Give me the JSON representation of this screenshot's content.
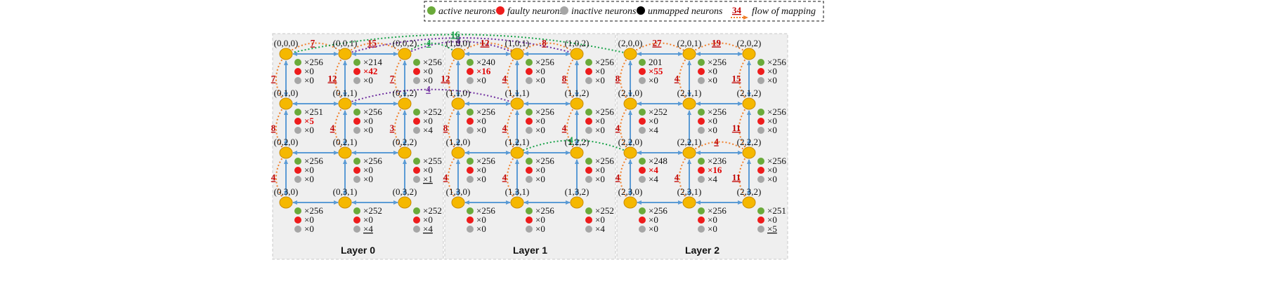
{
  "legend": {
    "items": [
      {
        "label": "active neurons",
        "color": "#6aaa3a"
      },
      {
        "label": "faulty neurons",
        "color": "#ee1c1c"
      },
      {
        "label": "inactive neurons",
        "color": "#a6a6a6"
      },
      {
        "label": "unmapped neurons",
        "color": "#000000"
      }
    ],
    "flow_number": "34",
    "flow_label": "flow of mapping"
  },
  "layers": [
    {
      "title": "Layer 0",
      "layer": 0,
      "nodes": [
        {
          "coord": "(0,0,0)",
          "row": 0,
          "col": 0,
          "counts": [
            "×256",
            "×0",
            "×0"
          ],
          "faulty_highlight": false
        },
        {
          "coord": "(0,0,1)",
          "row": 0,
          "col": 1,
          "counts": [
            "×214",
            "×42",
            "×0"
          ],
          "faulty_highlight": true
        },
        {
          "coord": "(0,0,2)",
          "row": 0,
          "col": 2,
          "counts": [
            "×256",
            "×0",
            "×0"
          ],
          "faulty_highlight": false
        },
        {
          "coord": "(0,1,0)",
          "row": 1,
          "col": 0,
          "counts": [
            "×251",
            "×5",
            "×0"
          ],
          "faulty_highlight": true
        },
        {
          "coord": "(0,1,1)",
          "row": 1,
          "col": 1,
          "counts": [
            "×256",
            "×0",
            "×0"
          ],
          "faulty_highlight": false
        },
        {
          "coord": "(0,1,2)",
          "row": 1,
          "col": 2,
          "counts": [
            "×252",
            "×0",
            "×4"
          ],
          "faulty_highlight": false
        },
        {
          "coord": "(0,2,0)",
          "row": 2,
          "col": 0,
          "counts": [
            "×256",
            "×0",
            "×0"
          ],
          "faulty_highlight": false
        },
        {
          "coord": "(0,2,1)",
          "row": 2,
          "col": 1,
          "counts": [
            "×256",
            "×0",
            "×0"
          ],
          "faulty_highlight": false
        },
        {
          "coord": "(0,2,2)",
          "row": 2,
          "col": 2,
          "counts": [
            "×255",
            "×0",
            "×1"
          ],
          "faulty_highlight": false,
          "inactive_underline": true
        },
        {
          "coord": "(0,3,0)",
          "row": 3,
          "col": 0,
          "counts": [
            "×256",
            "×0",
            "×0"
          ],
          "faulty_highlight": false
        },
        {
          "coord": "(0,3,1)",
          "row": 3,
          "col": 1,
          "counts": [
            "×252",
            "×0",
            "×4"
          ],
          "faulty_highlight": false,
          "inactive_underline": true
        },
        {
          "coord": "(0,3,2)",
          "row": 3,
          "col": 2,
          "counts": [
            "×252",
            "×0",
            "×4"
          ],
          "faulty_highlight": false,
          "inactive_underline": true
        }
      ]
    },
    {
      "title": "Layer 1",
      "layer": 1,
      "nodes": [
        {
          "coord": "(1,0,0)",
          "row": 0,
          "col": 0,
          "counts": [
            "×240",
            "×16",
            "×0"
          ],
          "faulty_highlight": true
        },
        {
          "coord": "(1,0,1)",
          "row": 0,
          "col": 1,
          "counts": [
            "×256",
            "×0",
            "×0"
          ],
          "faulty_highlight": false
        },
        {
          "coord": "(1,0,2)",
          "row": 0,
          "col": 2,
          "counts": [
            "×256",
            "×0",
            "×0"
          ],
          "faulty_highlight": false
        },
        {
          "coord": "(1,1,0)",
          "row": 1,
          "col": 0,
          "counts": [
            "×256",
            "×0",
            "×0"
          ],
          "faulty_highlight": false
        },
        {
          "coord": "(1,1,1)",
          "row": 1,
          "col": 1,
          "counts": [
            "×256",
            "×0",
            "×0"
          ],
          "faulty_highlight": false
        },
        {
          "coord": "(1,1,2)",
          "row": 1,
          "col": 2,
          "counts": [
            "×256",
            "×0",
            "×0"
          ],
          "faulty_highlight": false
        },
        {
          "coord": "(1,2,0)",
          "row": 2,
          "col": 0,
          "counts": [
            "×256",
            "×0",
            "×0"
          ],
          "faulty_highlight": false
        },
        {
          "coord": "(1,2,1)",
          "row": 2,
          "col": 1,
          "counts": [
            "×256",
            "×0",
            "×0"
          ],
          "faulty_highlight": false
        },
        {
          "coord": "(1,2,2)",
          "row": 2,
          "col": 2,
          "counts": [
            "×256",
            "×0",
            "×0"
          ],
          "faulty_highlight": false
        },
        {
          "coord": "(1,3,0)",
          "row": 3,
          "col": 0,
          "counts": [
            "×256",
            "×0",
            "×0"
          ],
          "faulty_highlight": false
        },
        {
          "coord": "(1,3,1)",
          "row": 3,
          "col": 1,
          "counts": [
            "×256",
            "×0",
            "×0"
          ],
          "faulty_highlight": false
        },
        {
          "coord": "(1,3,2)",
          "row": 3,
          "col": 2,
          "counts": [
            "×252",
            "×0",
            "×4"
          ],
          "faulty_highlight": false
        }
      ]
    },
    {
      "title": "Layer 2",
      "layer": 2,
      "nodes": [
        {
          "coord": "(2,0,0)",
          "row": 0,
          "col": 0,
          "counts": [
            "201",
            "×55",
            "×0"
          ],
          "faulty_highlight": true
        },
        {
          "coord": "(2,0,1)",
          "row": 0,
          "col": 1,
          "counts": [
            "×256",
            "×0",
            "×0"
          ],
          "faulty_highlight": false
        },
        {
          "coord": "(2,0,2)",
          "row": 0,
          "col": 2,
          "counts": [
            "×256",
            "×0",
            "×0"
          ],
          "faulty_highlight": false
        },
        {
          "coord": "(2,1,0)",
          "row": 1,
          "col": 0,
          "counts": [
            "×252",
            "×0",
            "×4"
          ],
          "faulty_highlight": false
        },
        {
          "coord": "(2,1,1)",
          "row": 1,
          "col": 1,
          "counts": [
            "×256",
            "×0",
            "×0"
          ],
          "faulty_highlight": false
        },
        {
          "coord": "(2,1,2)",
          "row": 1,
          "col": 2,
          "counts": [
            "×256",
            "×0",
            "×0"
          ],
          "faulty_highlight": false
        },
        {
          "coord": "(2,2,0)",
          "row": 2,
          "col": 0,
          "counts": [
            "×248",
            "×4",
            "×4"
          ],
          "faulty_highlight": true
        },
        {
          "coord": "(2,2,1)",
          "row": 2,
          "col": 1,
          "counts": [
            "×236",
            "×16",
            "×4"
          ],
          "faulty_highlight": true
        },
        {
          "coord": "(2,2,2)",
          "row": 2,
          "col": 2,
          "counts": [
            "×256",
            "×0",
            "×0"
          ],
          "faulty_highlight": false
        },
        {
          "coord": "(2,3,0)",
          "row": 3,
          "col": 0,
          "counts": [
            "×256",
            "×0",
            "×0"
          ],
          "faulty_highlight": false
        },
        {
          "coord": "(2,3,1)",
          "row": 3,
          "col": 1,
          "counts": [
            "×256",
            "×0",
            "×0"
          ],
          "faulty_highlight": false
        },
        {
          "coord": "(2,3,2)",
          "row": 3,
          "col": 2,
          "counts": [
            "×251",
            "×0",
            "×5"
          ],
          "faulty_highlight": false,
          "inactive_underline": true
        }
      ]
    }
  ],
  "flows": [
    {
      "label": "7",
      "from": "(0,0,0)",
      "to": "(0,1,0)",
      "color": "#f07f2a"
    },
    {
      "label": "8",
      "from": "(0,1,0)",
      "to": "(0,2,0)",
      "color": "#f07f2a"
    },
    {
      "label": "4",
      "from": "(0,2,0)",
      "to": "(0,3,0)",
      "color": "#f07f2a"
    },
    {
      "label": "7",
      "from": "(0,0,0)",
      "to": "(0,0,1)",
      "color": "#f07f2a"
    },
    {
      "label": "15",
      "from": "(0,0,1)",
      "to": "(0,0,2)",
      "color": "#f07f2a"
    },
    {
      "label": "12",
      "from": "(0,0,1)",
      "to": "(0,1,1)",
      "color": "#f07f2a"
    },
    {
      "label": "7",
      "from": "(0,0,2)",
      "to": "(0,1,2)",
      "color": "#f07f2a"
    },
    {
      "label": "4",
      "from": "(0,1,1)",
      "to": "(0,2,1)",
      "color": "#f07f2a"
    },
    {
      "label": "3",
      "from": "(0,1,2)",
      "to": "(0,2,2)",
      "color": "#f07f2a"
    },
    {
      "label": "4",
      "from": "(0,0,1)",
      "to": "(1,0,2)",
      "color": "#7030a0"
    },
    {
      "label": "4",
      "from": "(0,0,2)",
      "to": "(1,0,1)",
      "color": "#7030a0"
    },
    {
      "label": "4",
      "from": "(0,1,1)",
      "to": "(1,1,1)",
      "color": "#7030a0"
    },
    {
      "label": "4",
      "from": "(1,0,0)",
      "to": "(0,0,2)",
      "color": "#1aa34a"
    },
    {
      "label": "16",
      "from": "(2,0,0)",
      "to": "(0,0,0)",
      "color": "#1aa34a"
    },
    {
      "label": "12",
      "from": "(1,0,0)",
      "to": "(1,0,1)",
      "color": "#f07f2a"
    },
    {
      "label": "8",
      "from": "(1,0,1)",
      "to": "(1,0,2)",
      "color": "#f07f2a"
    },
    {
      "label": "12",
      "from": "(1,0,0)",
      "to": "(1,1,0)",
      "color": "#f07f2a"
    },
    {
      "label": "4",
      "from": "(1,0,1)",
      "to": "(1,1,1)",
      "color": "#f07f2a"
    },
    {
      "label": "8",
      "from": "(1,0,2)",
      "to": "(1,1,2)",
      "color": "#f07f2a"
    },
    {
      "label": "8",
      "from": "(1,1,0)",
      "to": "(1,2,0)",
      "color": "#f07f2a"
    },
    {
      "label": "4",
      "from": "(1,1,1)",
      "to": "(1,2,1)",
      "color": "#f07f2a"
    },
    {
      "label": "4",
      "from": "(1,1,2)",
      "to": "(1,2,2)",
      "color": "#f07f2a"
    },
    {
      "label": "4",
      "from": "(1,2,0)",
      "to": "(1,3,0)",
      "color": "#f07f2a"
    },
    {
      "label": "4",
      "from": "(1,2,1)",
      "to": "(1,3,1)",
      "color": "#f07f2a"
    },
    {
      "label": "4",
      "from": "(2,2,0)",
      "to": "(1,2,1)",
      "color": "#1aa34a"
    },
    {
      "label": "27",
      "from": "(2,0,0)",
      "to": "(2,0,1)",
      "color": "#f07f2a"
    },
    {
      "label": "19",
      "from": "(2,0,1)",
      "to": "(2,0,2)",
      "color": "#f07f2a"
    },
    {
      "label": "8",
      "from": "(2,0,0)",
      "to": "(2,1,0)",
      "color": "#f07f2a"
    },
    {
      "label": "4",
      "from": "(2,0,1)",
      "to": "(2,1,1)",
      "color": "#f07f2a"
    },
    {
      "label": "15",
      "from": "(2,0,2)",
      "to": "(2,1,2)",
      "color": "#f07f2a"
    },
    {
      "label": "4",
      "from": "(2,1,0)",
      "to": "(2,2,0)",
      "color": "#f07f2a"
    },
    {
      "label": "11",
      "from": "(2,1,2)",
      "to": "(2,2,2)",
      "color": "#f07f2a"
    },
    {
      "label": "4",
      "from": "(2,2,1)",
      "to": "(2,2,2)",
      "color": "#f07f2a"
    },
    {
      "label": "4",
      "from": "(2,2,0)",
      "to": "(2,3,0)",
      "color": "#f07f2a"
    },
    {
      "label": "4",
      "from": "(2,2,1)",
      "to": "(2,3,1)",
      "color": "#f07f2a"
    },
    {
      "label": "11",
      "from": "(2,2,2)",
      "to": "(2,3,2)",
      "color": "#f07f2a"
    }
  ],
  "colors": {
    "node": "#f5b800",
    "node_stroke": "#c88a00",
    "mesh": "#5b9bd5",
    "panel": "#efefef",
    "label_red": "#c00000"
  }
}
